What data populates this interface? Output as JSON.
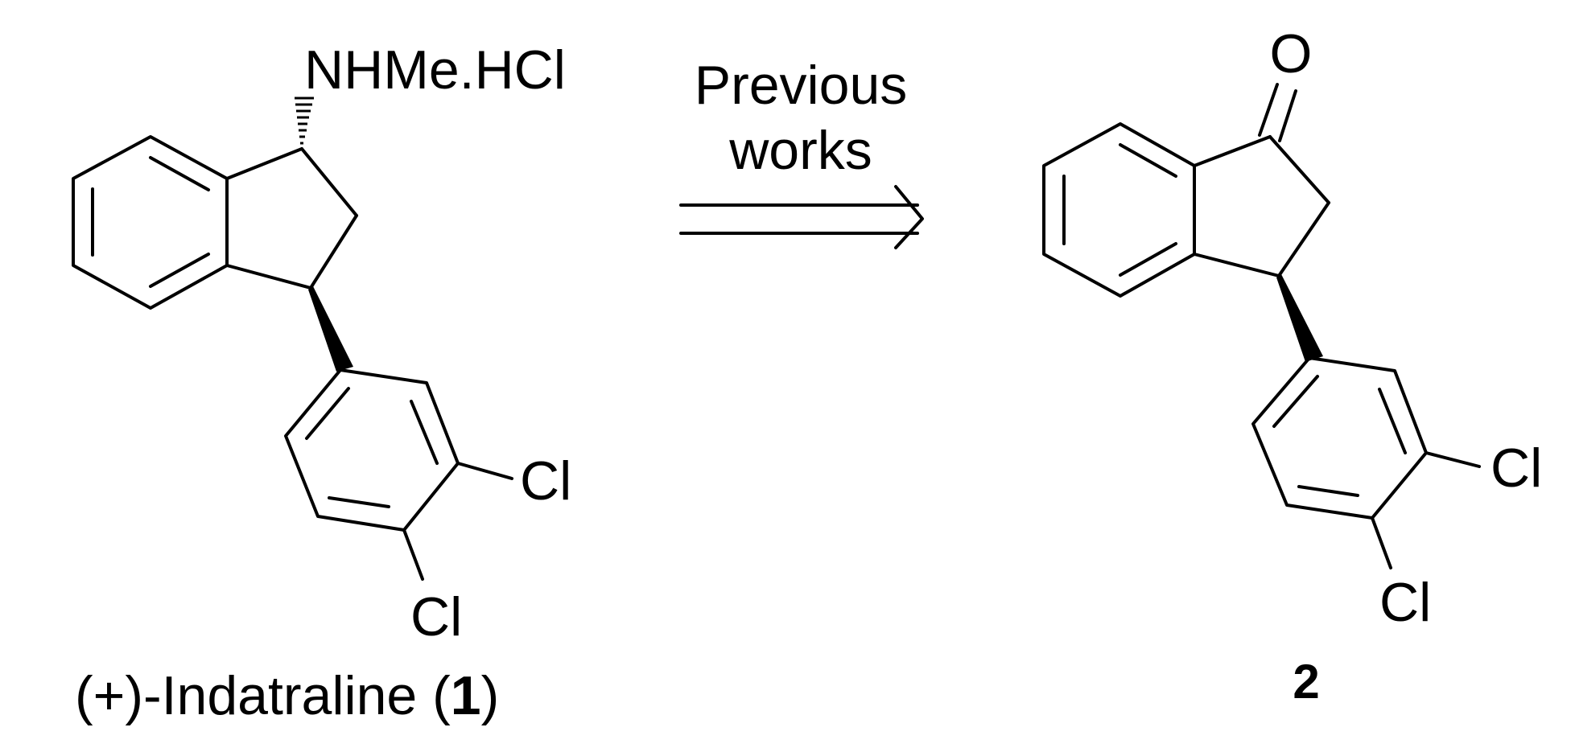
{
  "reaction": {
    "arrow_label_line1": "Previous",
    "arrow_label_line2": "works"
  },
  "left_molecule": {
    "amine_label": "NHMe.HCl",
    "chloro_label_1": "Cl",
    "chloro_label_2": "Cl",
    "caption_prefix": "(+)-Indatraline (",
    "caption_number": "1",
    "caption_suffix": ")"
  },
  "right_molecule": {
    "oxygen_label": "O",
    "chloro_label_1": "Cl",
    "chloro_label_2": "Cl",
    "caption_number": "2"
  }
}
